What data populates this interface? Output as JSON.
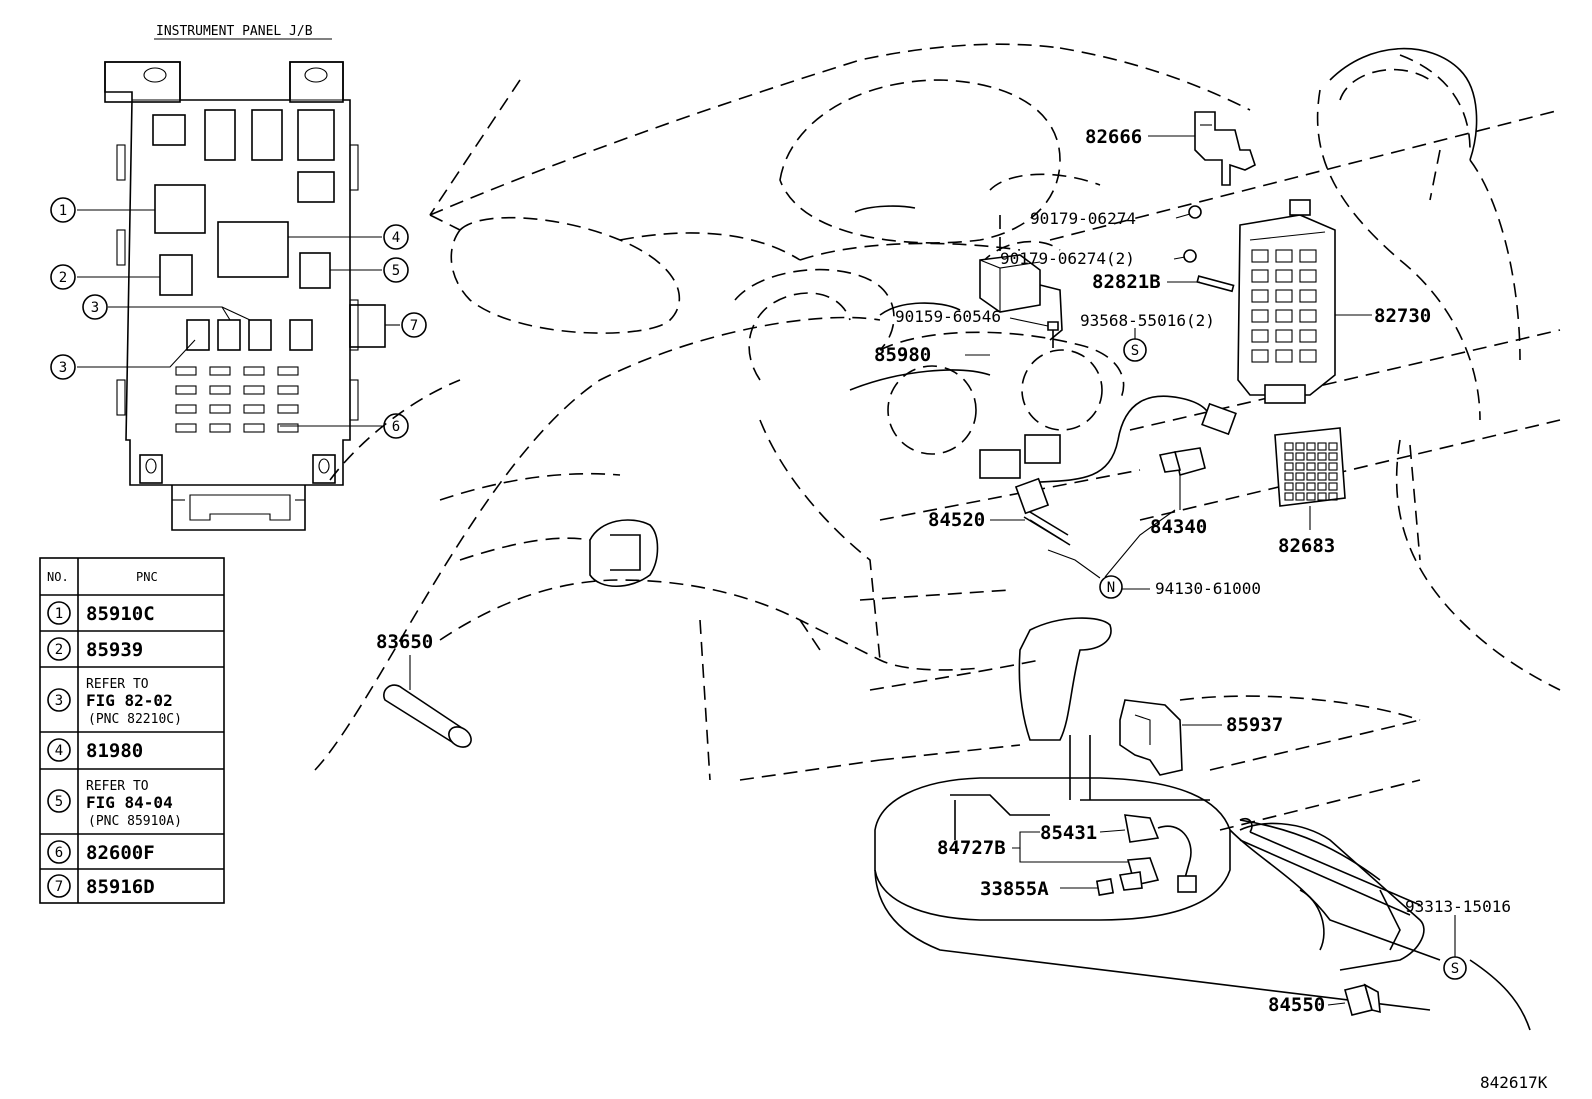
{
  "jb": {
    "title": "INSTRUMENT PANEL J/B",
    "callouts": [
      "1",
      "2",
      "3",
      "3",
      "4",
      "5",
      "6",
      "7"
    ]
  },
  "table": {
    "header_no": "NO.",
    "header_pnc": "PNC",
    "rows": [
      {
        "no": "1",
        "lines": [
          "85910C"
        ]
      },
      {
        "no": "2",
        "lines": [
          "85939"
        ]
      },
      {
        "no": "3",
        "lines": [
          "REFER TO",
          "FIG 82-02",
          "(PNC 82210C)"
        ]
      },
      {
        "no": "4",
        "lines": [
          "81980"
        ]
      },
      {
        "no": "5",
        "lines": [
          "REFER TO",
          "FIG 84-04",
          "(PNC 85910A)"
        ]
      },
      {
        "no": "6",
        "lines": [
          "82600F"
        ]
      },
      {
        "no": "7",
        "lines": [
          "85916D"
        ]
      }
    ]
  },
  "parts": {
    "p82666": "82666",
    "p90179a": "90179-06274",
    "p90179b": "90179-06274(2)",
    "p82821b": "82821B",
    "p82730": "82730",
    "p90159": "90159-60546",
    "p93568": "93568-55016(2)",
    "p85980": "85980",
    "p84520": "84520",
    "p84340": "84340",
    "p82683": "82683",
    "p94130": "94130-61000",
    "p83650": "83650",
    "p85937": "85937",
    "p85431": "85431",
    "p84727b": "84727B",
    "p33855a": "33855A",
    "p93313": "93313-15016",
    "p84550": "84550"
  },
  "markers": {
    "s": "S",
    "n": "N"
  },
  "figure_code": "842617K"
}
